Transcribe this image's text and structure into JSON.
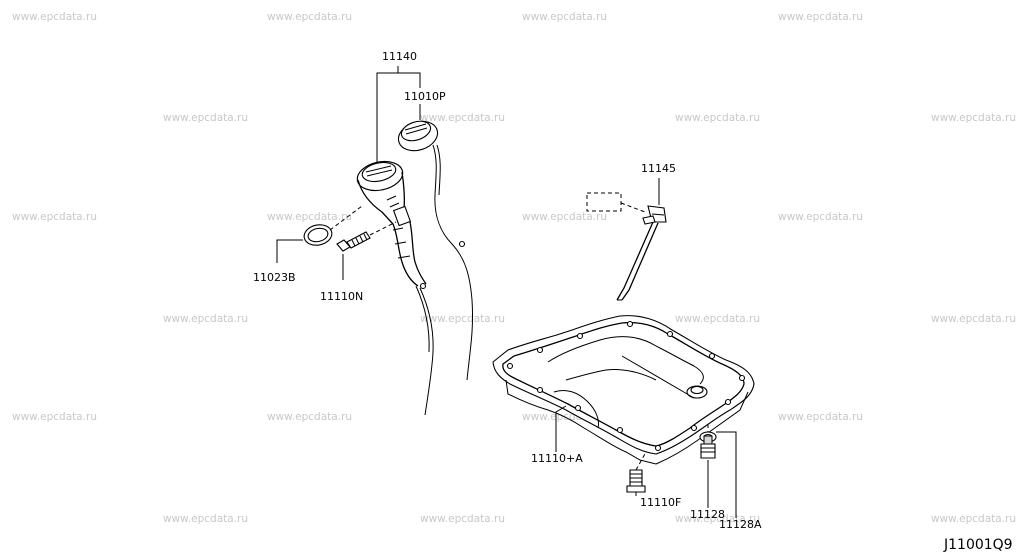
{
  "watermark": "www.epcdata.ru",
  "diagram_code": "J11001Q9",
  "parts": {
    "p11140": "11140",
    "p11010P": "11010P",
    "p11023B": "11023B",
    "p11110N": "11110N",
    "p11145": "11145",
    "p11110A": "11110+A",
    "p11110F": "11110F",
    "p11128": "11128",
    "p11128A": "11128A"
  }
}
